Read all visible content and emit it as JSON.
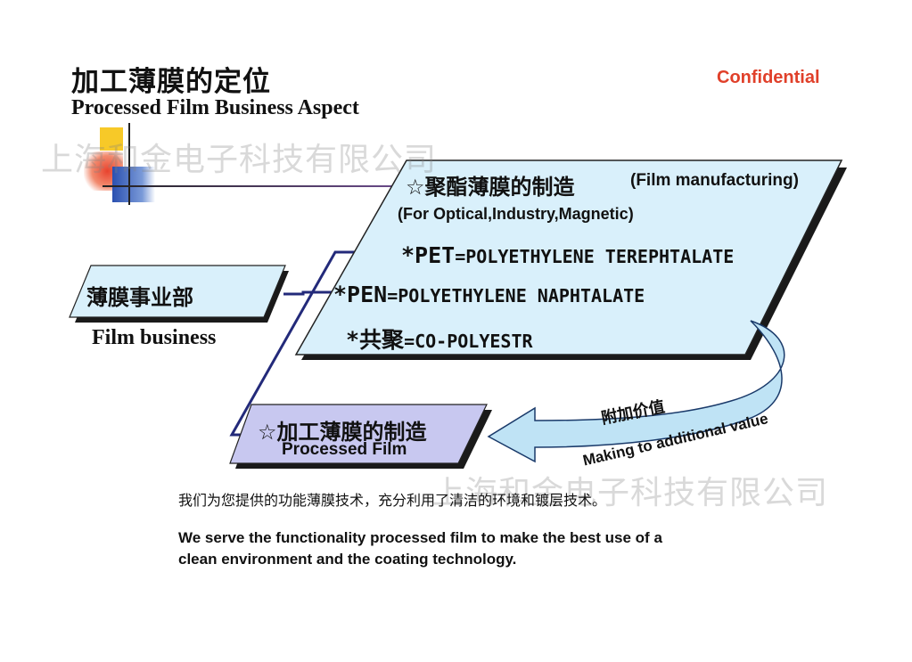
{
  "header": {
    "title_cn": "加工薄膜的定位",
    "title_en": "Processed Film Business Aspect",
    "confidential": "Confidential"
  },
  "watermark": {
    "top": "上海和金电子科技有限公司",
    "bottom": "上海和金电子科技有限公司"
  },
  "manufacturing_box": {
    "title_cn": "☆聚酯薄膜的制造",
    "title_en": "(Film manufacturing)",
    "subtitle": "(For Optical,Industry,Magnetic)",
    "lines": [
      {
        "key": "*PET",
        "value": "=POLYETHYLENE TEREPHTALATE"
      },
      {
        "key": "*PEN",
        "value": "=POLYETHYLENE NAPHTALATE"
      },
      {
        "key": "*共聚",
        "value": "=CO-POLYESTR"
      }
    ]
  },
  "film_business_box": {
    "title_cn": "薄膜事业部",
    "title_en": "Film business"
  },
  "processed_film_box": {
    "title_cn": "☆加工薄膜的制造",
    "title_en": "Processed Film"
  },
  "arrow": {
    "label_cn": "附加价值",
    "label_en": "Making to additional value"
  },
  "body": {
    "text_cn": "我们为您提供的功能薄膜技术，充分利用了清洁的环境和镀层技术。",
    "text_en_line1": "We serve the functionality processed film to make the best use of a",
    "text_en_line2": "clean environment and the coating technology."
  },
  "colors": {
    "box_fill": "#d9f0fb",
    "processed_box_fill": "#c8c8f0",
    "shadow": "#1a1a1a",
    "connector": "#232a7a",
    "arrow_fill": "#bfe3f5",
    "confidential": "#e0402a"
  }
}
